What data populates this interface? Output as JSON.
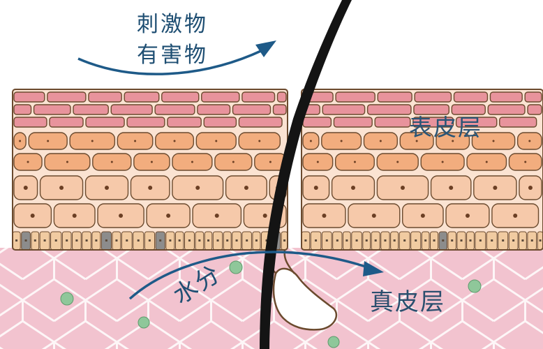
{
  "labels": {
    "irritant_line1": "刺激物",
    "irritant_line2": "有害物",
    "epidermis": "表皮层",
    "dermis": "真皮层",
    "moisture": "水分"
  },
  "colors": {
    "text": "#1f4f73",
    "arrow": "#1e5a88",
    "hair": "#141414",
    "outline": "#6b4a2e",
    "stratum_corneum": "#e8939c",
    "granular_cells": "#f2ad7e",
    "spinous_cells": "#f6c9aa",
    "basal_cells": "#f1cba1",
    "melanocyte_gray": "#8c8c8c",
    "dermis": "#f2c3cf",
    "fibroblast_green": "#8fc79a"
  },
  "icons": {
    "irritant_arrow": "arrow-curve-up-right-icon",
    "moisture_arrow": "arrow-curve-right-icon"
  }
}
